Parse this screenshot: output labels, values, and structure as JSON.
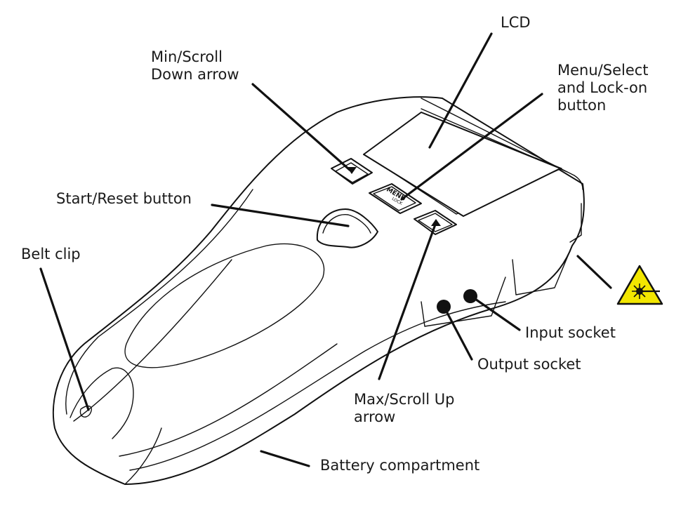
{
  "labels": {
    "lcd": "LCD",
    "min_scroll_down": "Min/Scroll\nDown arrow",
    "menu_select": "Menu/Select\nand Lock-on\nbutton",
    "start_reset": "Start/Reset button",
    "belt_clip": "Belt clip",
    "input_socket": "Input socket",
    "output_socket": "Output socket",
    "max_scroll_up": "Max/Scroll Up\narrow",
    "battery_compartment": "Battery compartment"
  },
  "button_text": {
    "menu_top": "MENU",
    "menu_bottom": "LOCK"
  },
  "icons": {
    "laser_warning": "laser-warning-icon",
    "down_arrow": "triangle-down-icon",
    "up_arrow": "triangle-up-icon"
  },
  "colors": {
    "laser_warning_fill": "#f2e600",
    "line": "#111111",
    "background": "#ffffff"
  }
}
